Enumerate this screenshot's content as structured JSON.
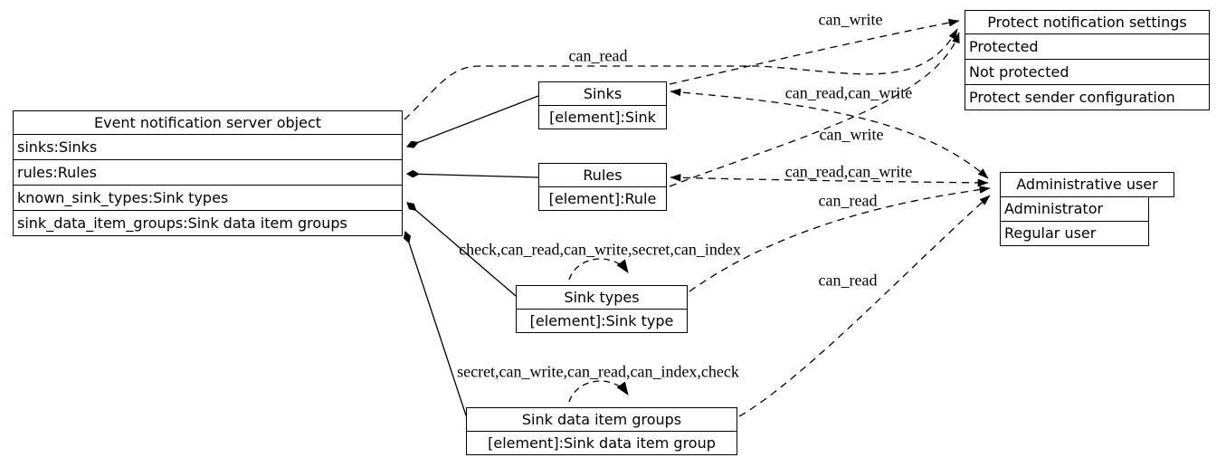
{
  "diagram": {
    "nodes": {
      "ens": {
        "title": "Event notification server object",
        "rows": [
          "sinks:Sinks",
          "rules:Rules",
          "known_sink_types:Sink types",
          "sink_data_item_groups:Sink data item groups"
        ]
      },
      "sinks": {
        "title": "Sinks",
        "element": "[element]:Sink"
      },
      "rules": {
        "title": "Rules",
        "element": "[element]:Rule"
      },
      "sink_types": {
        "title": "Sink types",
        "element": "[element]:Sink type"
      },
      "sink_data_item_groups": {
        "title": "Sink data item groups",
        "element": "[element]:Sink data item group"
      },
      "protect_notification_settings": {
        "title": "Protect notification settings",
        "rows": [
          "Protected",
          "Not protected",
          "Protect sender configuration"
        ]
      },
      "administrative_user": {
        "title": "Administrative user",
        "rows": [
          "Administrator",
          "Regular user"
        ]
      }
    },
    "edge_labels": {
      "ens_protect": "can_read",
      "sinks_protect": "can_write",
      "sinks_admin": "can_read,can_write",
      "rules_protect": "can_write",
      "rules_admin": "can_read,can_write",
      "sink_types_admin": "can_read",
      "sdig_admin": "can_read",
      "sink_types_self": "check,can_read,can_write,secret,can_index",
      "sdig_self": "secret,can_write,can_read,can_index,check"
    },
    "colors": {
      "line": "#000000",
      "background": "#ffffff",
      "text": "#000000"
    }
  }
}
